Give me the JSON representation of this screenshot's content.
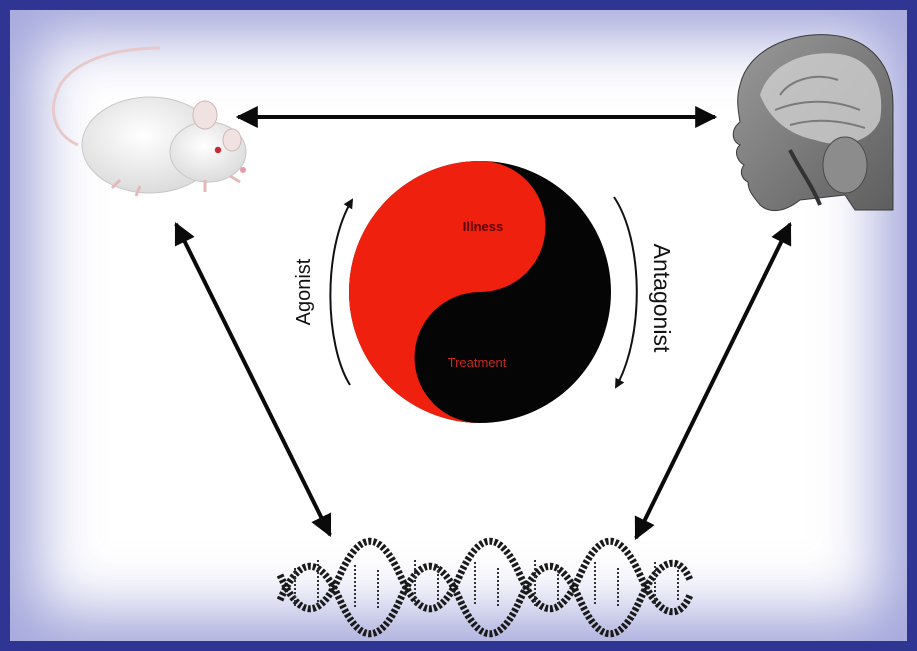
{
  "yin_yang": {
    "top_label": "Illness",
    "bottom_label": "Treatment",
    "colors": {
      "red": "#f0200e",
      "black": "#050505",
      "text": "#c8281e"
    }
  },
  "side_labels": {
    "left": "Agonist",
    "right": "Antagonist"
  },
  "icons": {
    "animal_model": "rat-icon",
    "human_brain": "brain-mri-icon",
    "genetics": "dna-helix-icon"
  },
  "colors": {
    "frame_border": "#2e3592",
    "arrow": "#0a0a0a"
  }
}
